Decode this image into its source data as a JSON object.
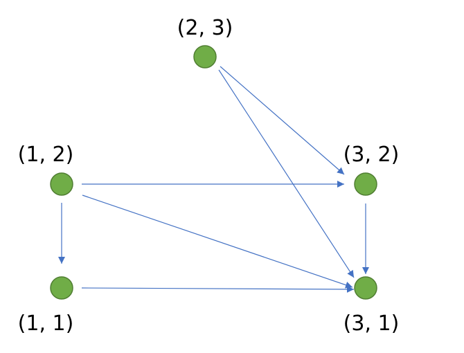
{
  "diagram": {
    "colors": {
      "node_fill": "#70AD47",
      "node_stroke": "#507E32",
      "edge": "#4472C4",
      "label": "#000000"
    },
    "nodes": [
      {
        "id": "n11",
        "label": "(1, 1)"
      },
      {
        "id": "n12",
        "label": "(1, 2)"
      },
      {
        "id": "n23",
        "label": "(2, 3)"
      },
      {
        "id": "n32",
        "label": "(3, 2)"
      },
      {
        "id": "n31",
        "label": "(3, 1)"
      }
    ],
    "edges": [
      {
        "from": "(2, 3)",
        "to": "(3, 2)"
      },
      {
        "from": "(2, 3)",
        "to": "(3, 1)"
      },
      {
        "from": "(1, 2)",
        "to": "(3, 2)"
      },
      {
        "from": "(1, 2)",
        "to": "(3, 1)"
      },
      {
        "from": "(1, 2)",
        "to": "(1, 1)"
      },
      {
        "from": "(1, 1)",
        "to": "(3, 1)"
      },
      {
        "from": "(3, 2)",
        "to": "(3, 1)"
      }
    ]
  }
}
